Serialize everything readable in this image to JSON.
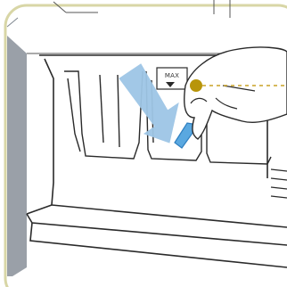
{
  "diagram": {
    "max_marker": "MAX",
    "colors": {
      "frame_border": "#d8d6a6",
      "background_gray": "#9aa0a8",
      "drawer_outline": "#2a2a2a",
      "arrow_fill": "#9ec6e6",
      "detergent_scoop": "#5aa8e0",
      "callout_dot": "#b8950a",
      "callout_line": "#c9a227"
    },
    "icons": [
      "pour-direction-arrow",
      "hand-holding-scoop",
      "callout-pointer"
    ]
  }
}
